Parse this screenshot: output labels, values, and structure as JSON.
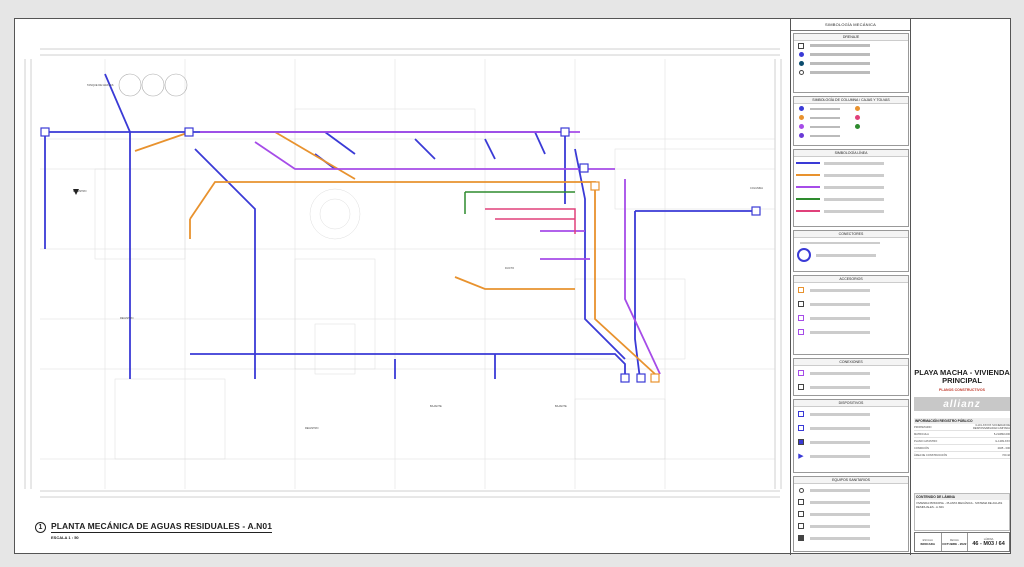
{
  "plan": {
    "number": "1",
    "title": "PLANTA MECÁNICA DE AGUAS RESIDUALES - A.N01",
    "scale": "ESCALA 1 : 50"
  },
  "legend": {
    "title": "SIMBOLOGÍA MECÁNICA",
    "sections": [
      "DRENAJE",
      "SIMBOLOGÍA DE COLUMNA / CAJAS Y TOLVAS",
      "SIMBOLOGÍA LÍNEA",
      "CONECTORES",
      "ACCESORIOS",
      "CONEXIONES",
      "DISPOSITIVOS",
      "EQUIPOS SANITARIOS"
    ]
  },
  "project": {
    "name": "PLAYA MACHA - VIVIENDA PRINCIPAL",
    "subtitle": "PLANOS CONSTRUCTIVOS",
    "logo": "allianz"
  },
  "titleblock": {
    "registry_head": "INFORMACIÓN REGISTRO PÚBLICO",
    "rows": [
      {
        "label": "PROPIETARIO",
        "value": "3-101-XXXXX SOCIEDAD DE RESPONSABILIDAD LIMITADA"
      },
      {
        "label": "MATRICULA",
        "value": "5-213892-000"
      },
      {
        "label": "PLANO CATASTRO",
        "value": "G-1299-XXX"
      },
      {
        "label": "CONDICIÓN",
        "value": "2025 - 000"
      },
      {
        "label": "ÁREA DE CONSTRUCCIÓN",
        "value": "720.42"
      }
    ],
    "content_head": "CONTENIDO DE LÁMINA",
    "content_text": "VIVIENDA PRINCIPAL - PLANTA MECÁNICA - SISTEMA DE AGUAS RESIDUALES - A.N01",
    "footer": {
      "scale_label": "ESCALA",
      "scale_value": "INDICADA",
      "date_label": "FECHA",
      "date_value": "OCTUBRE - 2022",
      "sheet_label": "LÁMINA",
      "sheet_value": "46 - M03 / 64"
    }
  },
  "colors": {
    "blue": "#3a3ad6",
    "orange": "#e8922e",
    "purple": "#a64ce8",
    "green": "#2e8b2e",
    "pink": "#e0407a",
    "grid": "#c9c9c9"
  }
}
